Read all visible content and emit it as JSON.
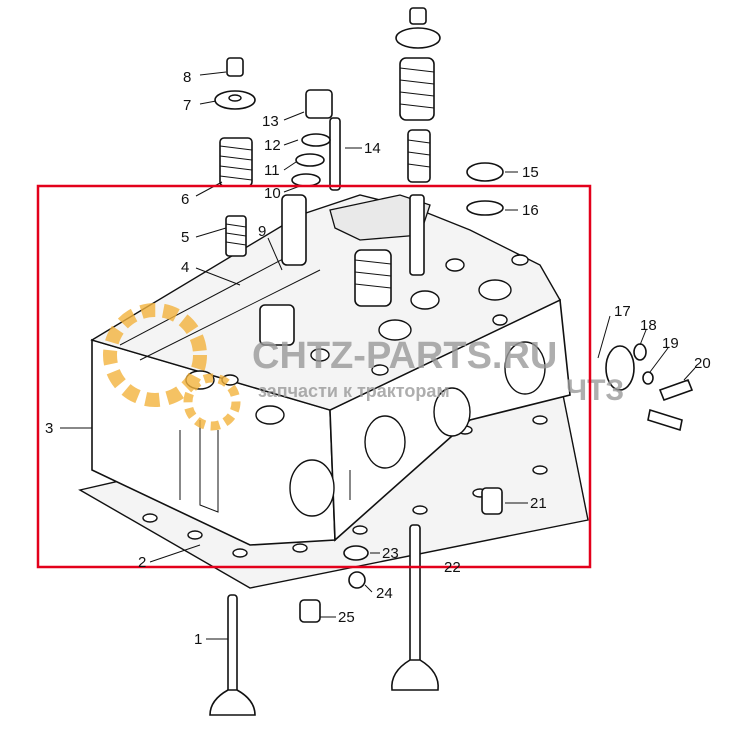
{
  "callouts": {
    "c1": "1",
    "c2": "2",
    "c3": "3",
    "c4": "4",
    "c5": "5",
    "c6": "6",
    "c7": "7",
    "c8": "8",
    "c9": "9",
    "c10": "10",
    "c11": "11",
    "c12": "12",
    "c13": "13",
    "c14": "14",
    "c15": "15",
    "c16": "16",
    "c17": "17",
    "c18": "18",
    "c19": "19",
    "c20": "20",
    "c21": "21",
    "c22": "22",
    "c23": "23",
    "c24": "24",
    "c25": "25"
  },
  "watermark": {
    "brand": "CHTZ-PARTS.RU",
    "tagline": "запчасти к тракторам",
    "mark": "ЧТЗ",
    "gear_color": "#f3b33d",
    "text_color": "#9a9a9a"
  },
  "highlight": {
    "color": "#e3001b"
  }
}
